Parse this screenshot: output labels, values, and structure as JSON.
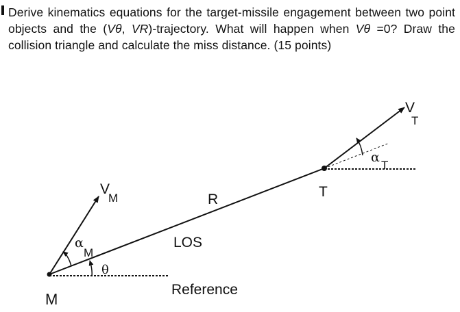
{
  "question": {
    "part1": "Derive kinematics equations for the target-missile engagement between two point objects and the (",
    "v_theta": "Vθ",
    "comma": ", ",
    "v_r": "VR",
    "part2": ")-trajectory. What will happen when ",
    "v_theta_2": "Vθ",
    "part3": " =0? Draw the collision triangle and calculate the miss distance. (15 points)"
  },
  "diagram": {
    "labels": {
      "missile": "M",
      "target": "T",
      "range": "R",
      "los": "LOS",
      "reference": "Reference",
      "vm_V": "V",
      "vm_sub": "M",
      "vt_V": "V",
      "vt_sub": "T",
      "alpha_m": "α",
      "alpha_m_sub": "M",
      "alpha_t": "α",
      "alpha_t_sub": "T",
      "theta": "θ"
    }
  }
}
